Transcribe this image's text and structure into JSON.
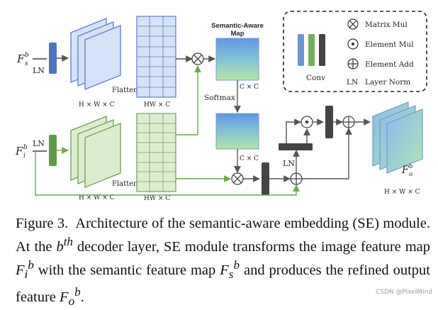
{
  "colors": {
    "blue_fill": "#d6e2f7",
    "blue_stroke": "#5b7fc7",
    "green_fill": "#dcedcf",
    "green_stroke": "#6e9e55",
    "ln_blue": "#4e74b8",
    "ln_green": "#5e9a48",
    "conv_blue": "#6d95d2",
    "conv_green": "#74ad5e",
    "dark": "#444444",
    "arrow_green": "#6aa84f",
    "arrow_grey": "#555555"
  },
  "diagram": {
    "inputs": {
      "semantic": {
        "symbol": "F",
        "sup": "b",
        "sub": "s"
      },
      "image": {
        "symbol": "F",
        "sup": "b",
        "sub": "i"
      }
    },
    "labels": {
      "ln_top": "LN",
      "ln_bottom": "LN",
      "ln_right": "LN",
      "flatten_top": "Flatten",
      "flatten_bottom": "Flatten",
      "dims_hwc_top": "H × W × C",
      "dims_hwc_bottom": "H × W × C",
      "dims_hw_c_top": "HW × C",
      "dims_hw_c_bottom": "HW × C",
      "semantic_map_title_1": "Semantic-Aware",
      "semantic_map_title_2": "Map",
      "cxc_top": "C × C",
      "cxc_bottom": "C × C",
      "softmax": "Softmax",
      "output_dims": "H × W × C"
    },
    "output": {
      "symbol": "F",
      "sup": "b",
      "sub": "o"
    },
    "legend": {
      "conv": "Conv",
      "matrix_mul": "Matrix Mul",
      "element_mul": "Element Mul",
      "element_add": "Element Add",
      "ln_abbr": "LN",
      "layer_norm": "Layer Norm"
    }
  },
  "caption": {
    "figure": "Figure 3.",
    "t1": "Architecture of the semantic-aware embedding (SE) module. At the ",
    "b": "b",
    "th": "th",
    "t2": " decoder layer, SE module transforms the image feature map ",
    "F": "F",
    "sub_i": "i",
    "sup_b": "b",
    "t3": " with the semantic feature map ",
    "sub_s": "s",
    "t4": " and produces the refined output feature ",
    "sub_o": "o",
    "t5": "."
  },
  "watermark": "CSDN @PixelMind"
}
